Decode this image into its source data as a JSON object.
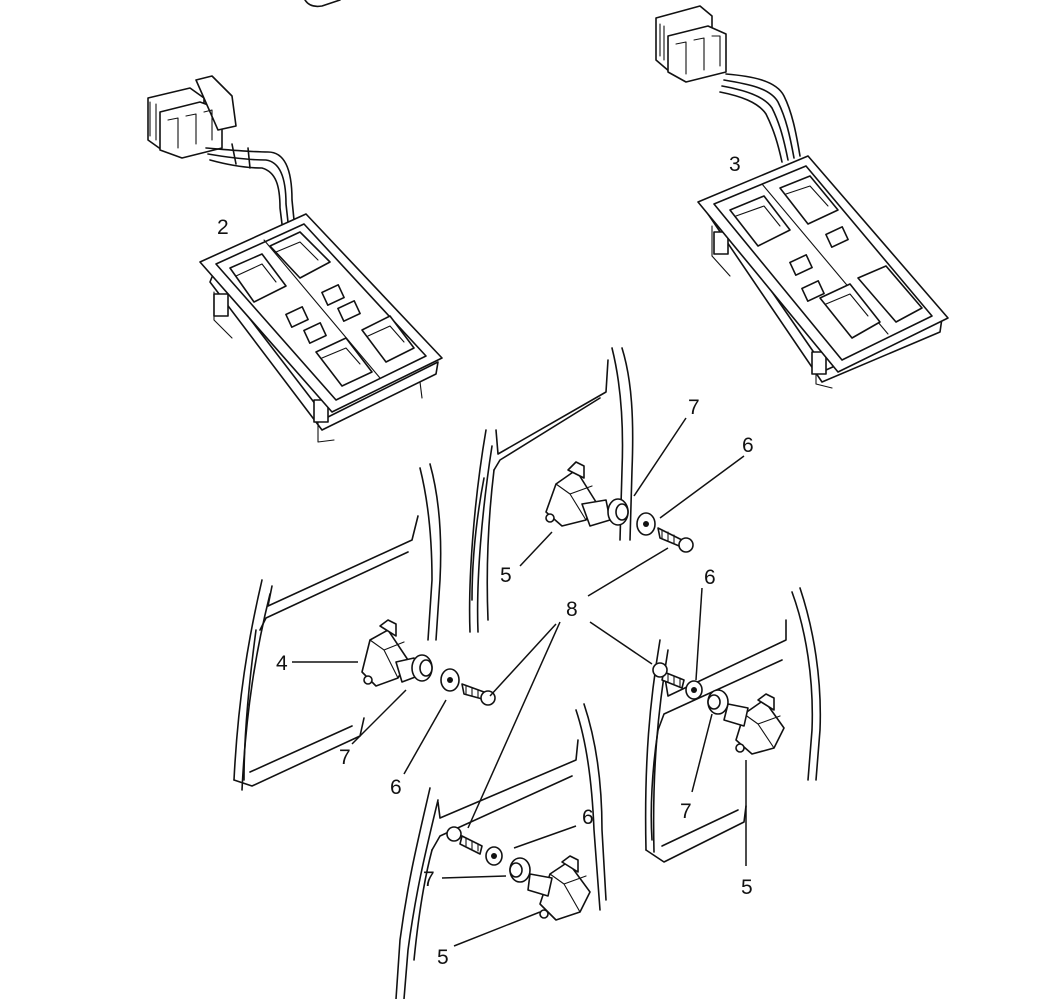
{
  "diagram": {
    "callouts": [
      {
        "id": "c2",
        "label": "2"
      },
      {
        "id": "c3",
        "label": "3"
      },
      {
        "id": "c4",
        "label": "4"
      },
      {
        "id": "c5a",
        "label": "5"
      },
      {
        "id": "c5b",
        "label": "5"
      },
      {
        "id": "c5c",
        "label": "5"
      },
      {
        "id": "c6a",
        "label": "6"
      },
      {
        "id": "c6b",
        "label": "6"
      },
      {
        "id": "c6c",
        "label": "6"
      },
      {
        "id": "c6d",
        "label": "6"
      },
      {
        "id": "c7a",
        "label": "7"
      },
      {
        "id": "c7b",
        "label": "7"
      },
      {
        "id": "c7c",
        "label": "7"
      },
      {
        "id": "c7d",
        "label": "7"
      },
      {
        "id": "c8",
        "label": "8"
      }
    ]
  }
}
